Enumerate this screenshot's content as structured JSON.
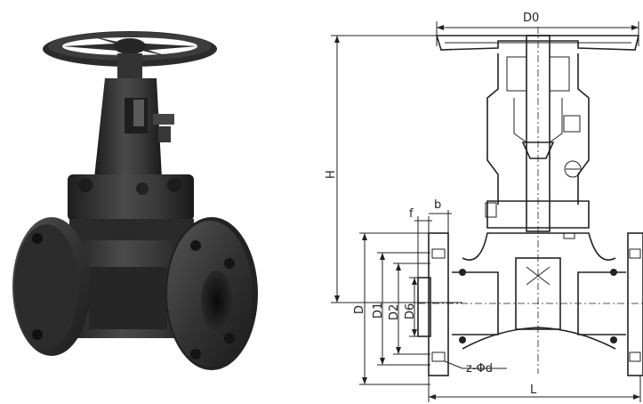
{
  "photo": {
    "icon": "gate-valve-photo"
  },
  "drawing": {
    "icon": "gate-valve-section-drawing",
    "dimensions": {
      "d0": "D0",
      "h": "H",
      "b": "b",
      "f": "f",
      "d": "D",
      "d1": "D1",
      "d2": "D2",
      "d6": "D6",
      "bolts": "z-Φd",
      "l": "L"
    }
  },
  "colors": {
    "valve_body": "#2e2e2e",
    "line": "#222222",
    "background": "#ffffff"
  }
}
